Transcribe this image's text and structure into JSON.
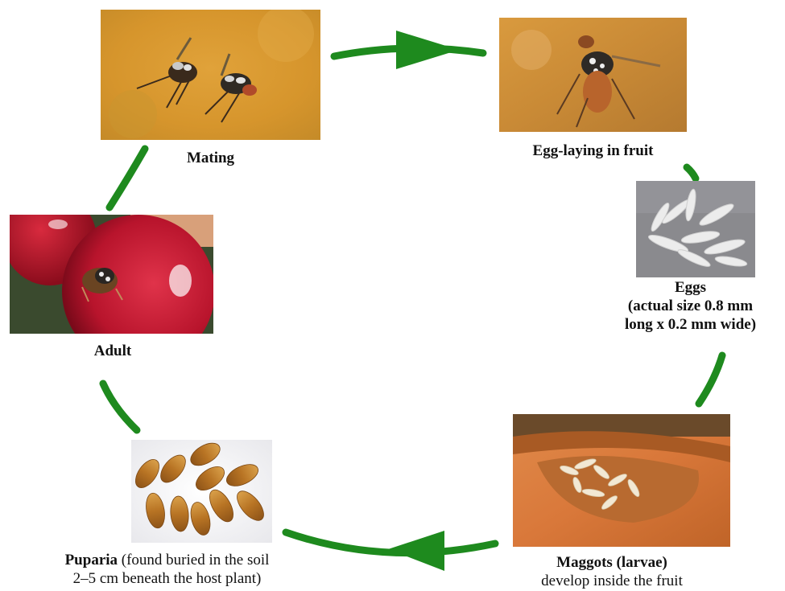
{
  "stages": {
    "mating": {
      "label": "Mating"
    },
    "egg_laying": {
      "label": "Egg-laying in fruit"
    },
    "eggs": {
      "label": "Eggs",
      "detail_line1": "(actual size 0.8 mm",
      "detail_line2": "long x 0.2 mm wide)"
    },
    "maggots": {
      "label": "Maggots (larvae)",
      "detail": "develop inside the fruit"
    },
    "puparia": {
      "label": "Puparia",
      "detail_line1": " (found buried in the soil",
      "detail_line2": "2–5 cm beneath the host plant)"
    },
    "adult": {
      "label": "Adult"
    }
  },
  "colors": {
    "arrow": "#1e8a1e",
    "background": "#ffffff",
    "caption_text": "#111111"
  }
}
